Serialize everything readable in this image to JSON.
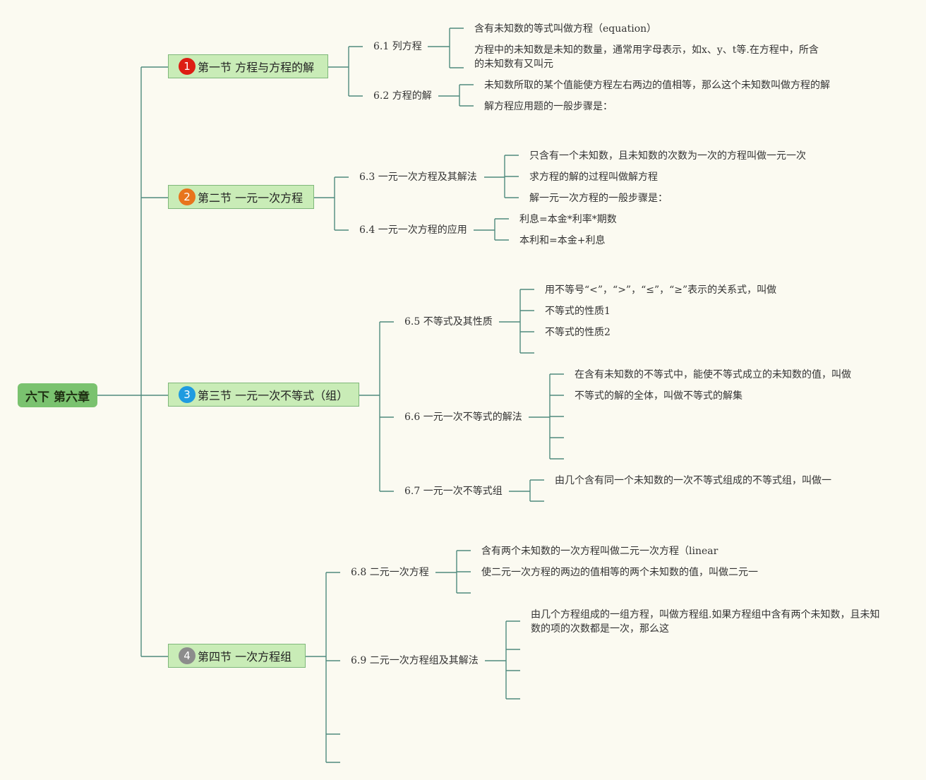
{
  "root": {
    "label": "六下 第六章"
  },
  "sections": [
    {
      "number": "1",
      "color": "#dd1d13",
      "label": "第一节 方程与方程的解",
      "subtopics": [
        {
          "label": "6.1 列方程",
          "leaves": [
            "含有未知数的等式叫做方程（equation）",
            "方程中的未知数是未知的数量，通常用字母表示，如x、y、t等.在方程中，所含的未知数有又叫元"
          ]
        },
        {
          "label": "6.2 方程的解",
          "leaves": [
            "未知数所取的某个值能使方程左右两边的值相等，那么这个未知数叫做方程的解",
            "解方程应用题的一般步骤是："
          ]
        }
      ]
    },
    {
      "number": "2",
      "color": "#e8741c",
      "label": "第二节 一元一次方程",
      "subtopics": [
        {
          "label": "6.3 一元一次方程及其解法",
          "leaves": [
            "只含有一个未知数，且未知数的次数为一次的方程叫做一元一次",
            "求方程的解的过程叫做解方程",
            "解一元一次方程的一般步骤是："
          ]
        },
        {
          "label": "6.4 一元一次方程的应用",
          "leaves": [
            "利息=本金*利率*期数",
            "本利和=本金+利息"
          ]
        }
      ]
    },
    {
      "number": "3",
      "color": "#1f9be0",
      "label": "第三节 一元一次不等式（组）",
      "subtopics": [
        {
          "label": "6.5 不等式及其性质",
          "leaves": [
            "用不等号“<”，“>”，“≤”，“≥”表示的关系式，叫做",
            "不等式的性质1",
            "不等式的性质2"
          ]
        },
        {
          "label": "6.6 一元一次不等式的解法",
          "leaves": [
            "在含有未知数的不等式中，能使不等式成立的未知数的值，叫做",
            "不等式的解的全体，叫做不等式的解集"
          ]
        },
        {
          "label": "6.7 一元一次不等式组",
          "leaves": [
            "由几个含有同一个未知数的一次不等式组成的不等式组，叫做一"
          ]
        }
      ]
    },
    {
      "number": "4",
      "color": "#8c8c8c",
      "label": "第四节 一次方程组",
      "subtopics": [
        {
          "label": "6.8 二元一次方程",
          "leaves": [
            "含有两个未知数的一次方程叫做二元一次方程（linear",
            "使二元一次方程的两边的值相等的两个未知数的值，叫做二元一"
          ]
        },
        {
          "label": "6.9 二元一次方程组及其解法",
          "leaves": [
            "由几个方程组成的一组方程，叫做方程组.如果方程组中含有两个未知数，且未知数的项的次数都是一次，那么这"
          ]
        }
      ]
    }
  ],
  "colors": {
    "line": "#4f8a7e",
    "section_fill": "#c9ecb7",
    "root_fill": "#7ac26f",
    "background": "#fbfaf1"
  }
}
